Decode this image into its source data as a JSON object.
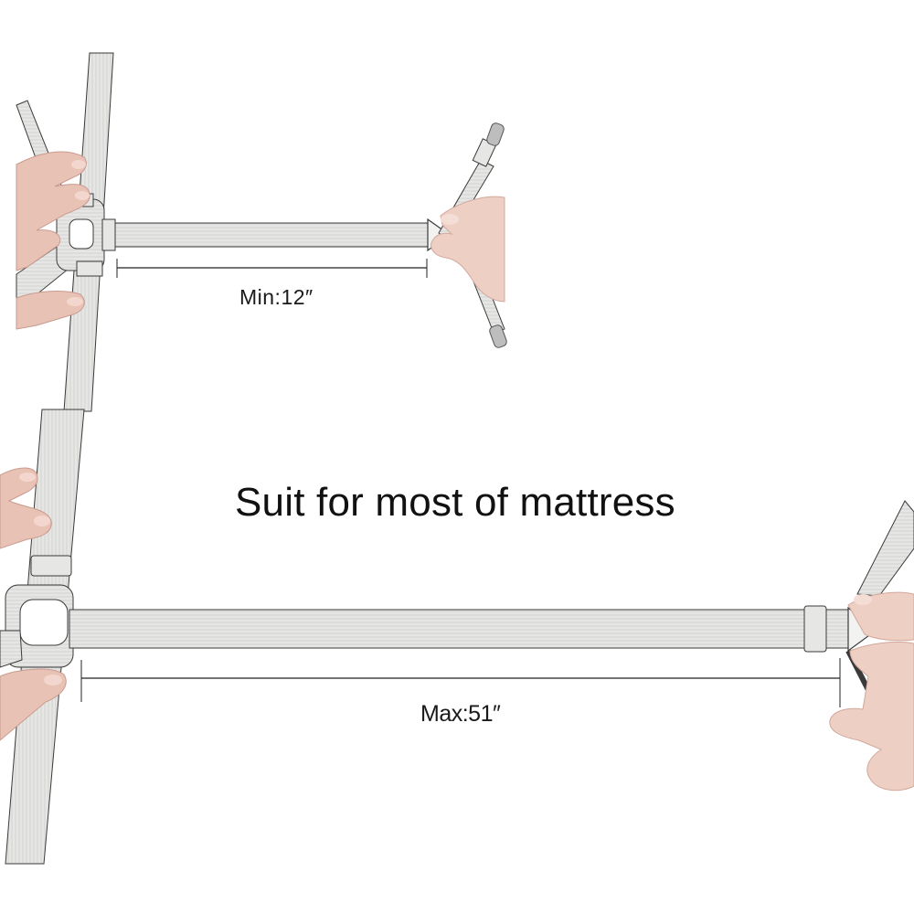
{
  "image": {
    "description": "Adjustable bed sheet holder strap product illustration showing minimum and maximum length",
    "background": "#ffffff"
  },
  "headline": "Suit for most of mattress",
  "measurements": {
    "min": {
      "label": "Min:12″",
      "value_inches": 12
    },
    "max": {
      "label": "Max:51″",
      "value_inches": 51
    }
  },
  "colors": {
    "strap_fill": "#e6e6e4",
    "strap_outline": "#3a3a3a",
    "skin": "#e9c2b6",
    "skin_shadow": "#c99a8e",
    "text": "#1a1a1a",
    "dimension_line": "#222222"
  },
  "objects": [
    "top-strap-short",
    "bottom-strap-long",
    "left-hand-top",
    "right-hand-top",
    "left-hand-bottom",
    "right-hand-bottom",
    "clip-top",
    "clip-bottom"
  ]
}
